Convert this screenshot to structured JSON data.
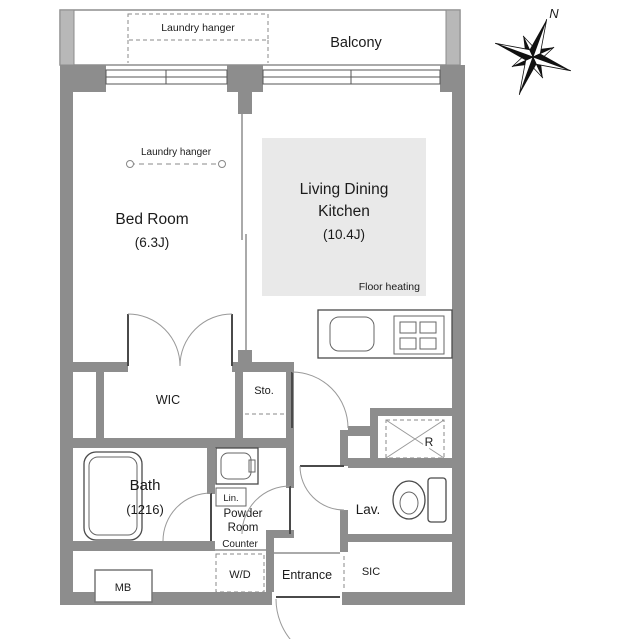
{
  "compass": {
    "north_label": "N"
  },
  "balcony": {
    "name": "Balcony",
    "laundry_hanger_label": "Laundry hanger"
  },
  "rooms": {
    "bedroom": {
      "name": "Bed Room",
      "size": "(6.3J)",
      "laundry_hanger_label": "Laundry hanger"
    },
    "ldk": {
      "name_line1": "Living Dining",
      "name_line2": "Kitchen",
      "size": "(10.4J)",
      "floor_heating_label": "Floor heating"
    },
    "wic": {
      "name": "WIC"
    },
    "storage": {
      "name": "Sto."
    },
    "bath": {
      "name": "Bath",
      "size": "(1216)"
    },
    "powder_room": {
      "name_line1": "Powder",
      "name_line2": "Room",
      "linen_label": "Lin.",
      "counter_label": "Counter"
    },
    "washer_dryer": {
      "name": "W/D"
    },
    "entrance": {
      "name": "Entrance"
    },
    "sic": {
      "name": "SIC"
    },
    "lavatory": {
      "name": "Lav."
    },
    "refrigerator_space": {
      "name": "R"
    },
    "meter_box": {
      "name": "MB"
    }
  },
  "colors": {
    "wall": "#8d8d8d",
    "wall_light": "#b8b8b8",
    "floor_heating": "#e9e9e9",
    "text": "#1b1b1b"
  }
}
